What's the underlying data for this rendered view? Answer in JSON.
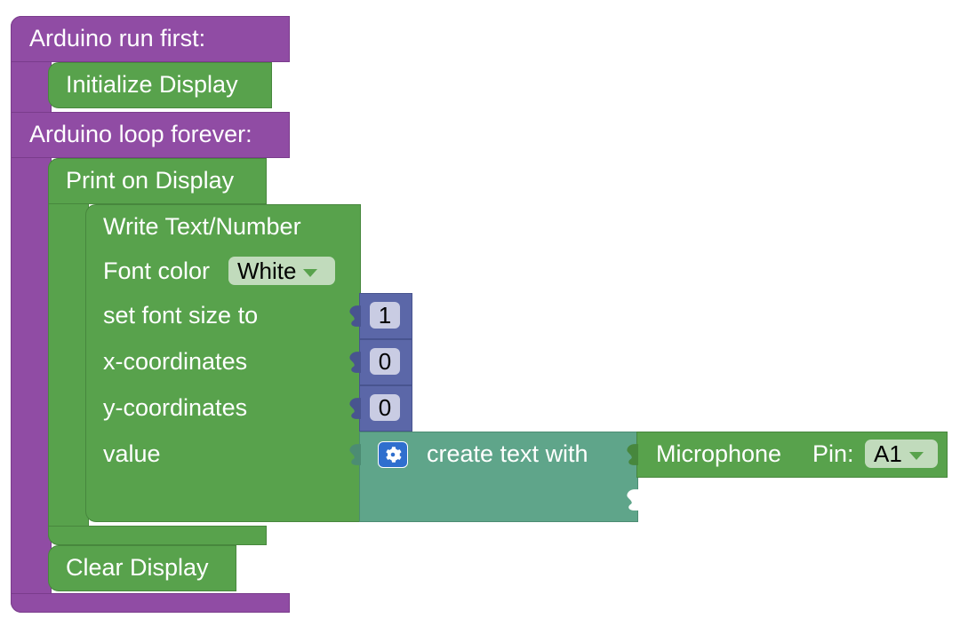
{
  "colors": {
    "purple": "#904ca4",
    "green": "#58a24c",
    "teal": "#5fa58a",
    "blue": "#5b67a8"
  },
  "blocks": {
    "run_first": "Arduino run first:",
    "initialize_display": "Initialize Display",
    "loop_forever": "Arduino loop forever:",
    "print_on_display": "Print on Display",
    "write_text": "Write Text/Number",
    "font_color_label": "Font color",
    "font_color_value": "White",
    "font_size_label": "set font size to",
    "font_size_value": "1",
    "x_label": "x-coordinates",
    "x_value": "0",
    "y_label": "y-coordinates",
    "y_value": "0",
    "value_label": "value",
    "create_text": "create text with",
    "microphone_label": "Microphone",
    "pin_label": "Pin:",
    "pin_value": "A1",
    "clear_display": "Clear Display"
  },
  "icons": {
    "gear": "gear-icon",
    "caret": "caret-down-icon"
  }
}
